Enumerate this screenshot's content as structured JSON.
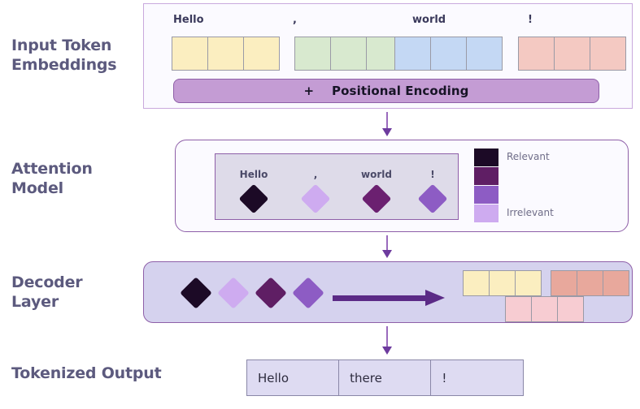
{
  "diagram": {
    "title": "Transformer pipeline diagram",
    "row_labels": {
      "input": "Input Token\nEmbeddings",
      "attention": "Attention\nModel",
      "decoder": "Decoder\nLayer",
      "output": "Tokenized Output"
    }
  },
  "input_section": {
    "tokens": [
      {
        "word": "Hello",
        "color": "#fbeec0",
        "cells": 3
      },
      {
        "word": ",",
        "color": "#d8e9cf",
        "cells": 3
      },
      {
        "word": "world",
        "color": "#c4d8f4",
        "cells": 3
      },
      {
        "word": "!",
        "color": "#f4c9c2",
        "cells": 3
      }
    ],
    "positional_encoding": {
      "plus": "+",
      "label": "Positional Encoding",
      "color": "#c49cd4"
    },
    "panel_border_color": "#c9a9dd"
  },
  "attention_section": {
    "tokens": [
      {
        "word": "Hello",
        "color": "#1c0a26"
      },
      {
        "word": ",",
        "color": "#ceabf0"
      },
      {
        "word": "world",
        "color": "#6b2070"
      },
      {
        "word": "!",
        "color": "#8d5cc4"
      }
    ],
    "legend": {
      "top_label": "Relevant",
      "bottom_label": "Irrelevant",
      "swatches": [
        "#1c0a26",
        "#5f1e64",
        "#8d5cc4",
        "#ceabf0"
      ]
    },
    "panel_border_color": "#8e5fa8",
    "inner_fill": "#dedbe9"
  },
  "decoder_section": {
    "diamonds": [
      "#1c0a26",
      "#ceabf0",
      "#5f1e64",
      "#8d5cc4"
    ],
    "arrow_color": "#5b2a86",
    "output_groups": [
      {
        "color": "#fbeec0",
        "cells": 3
      },
      {
        "color": "#e8a89c",
        "cells": 3
      },
      {
        "color": "#f7ccd2",
        "cells": 3
      }
    ],
    "panel_fill": "#d5d2ee",
    "panel_border_color": "#8e5fa8"
  },
  "output_section": {
    "tokens": [
      "Hello",
      "there",
      "!"
    ],
    "cell_fill": "#dedbf2",
    "cell_border": "#8a87a8"
  },
  "connectors": {
    "color": "#6d3b9e",
    "count": 3
  }
}
